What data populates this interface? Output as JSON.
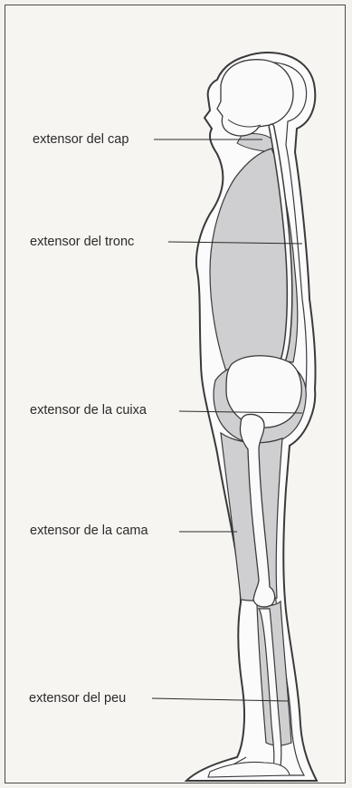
{
  "labels": {
    "head": "extensor del cap",
    "trunk": "extensor del tronc",
    "thigh": "extensor de la cuixa",
    "leg": "extensor de la cama",
    "foot": "extensor del peu"
  },
  "colors": {
    "muscle": "#cfcfd1",
    "skeleton": "#fafafa",
    "outline": "#3a3a3a",
    "paper": "#f7f5f1"
  }
}
